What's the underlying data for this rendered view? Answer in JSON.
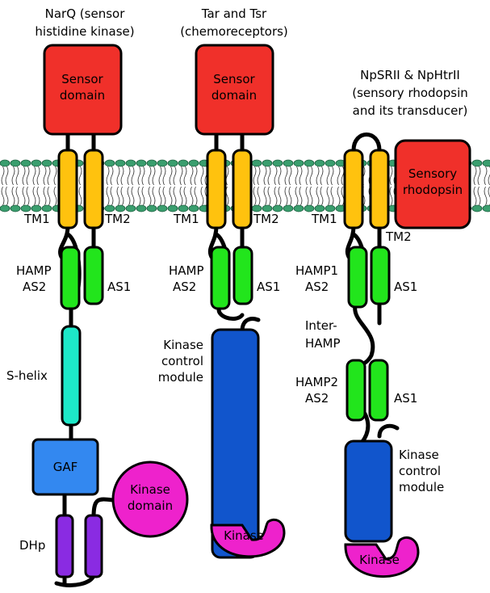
{
  "narq": {
    "title": [
      "NarQ (sensor",
      "histidine kinase)"
    ],
    "sensor": [
      "Sensor",
      "domain"
    ],
    "tm1": "TM1",
    "tm2": "TM2",
    "hamp": [
      "HAMP",
      "AS2"
    ],
    "as1": "AS1",
    "s_helix": "S-helix",
    "gaf": "GAF",
    "kinase_domain": [
      "Kinase",
      "domain"
    ],
    "dhp": "DHp"
  },
  "tar": {
    "title": [
      "Tar and Tsr",
      "(chemoreceptors)"
    ],
    "sensor": [
      "Sensor",
      "domain"
    ],
    "tm1": "TM1",
    "tm2": "TM2",
    "hamp": [
      "HAMP",
      "AS2"
    ],
    "as1": "AS1",
    "kcm": [
      "Kinase",
      "control",
      "module"
    ],
    "kinase": "Kinase"
  },
  "npsrii": {
    "title": [
      "NpSRII & NpHtrII",
      "(sensory rhodopsin",
      "and its transducer)"
    ],
    "rhodopsin": [
      "Sensory",
      "rhodopsin"
    ],
    "tm1": "TM1",
    "tm2": "TM2",
    "hamp1": [
      "HAMP1",
      "AS2"
    ],
    "as1_a": "AS1",
    "inter": [
      "Inter-",
      "HAMP"
    ],
    "hamp2": [
      "HAMP2",
      "AS2"
    ],
    "as1_b": "AS1",
    "kcm": [
      "Kinase",
      "control",
      "module"
    ],
    "kinase": "Kinase"
  },
  "colors": {
    "sensor": "#f0302a",
    "tm": "#ffc20e",
    "hamp": "#22e51c",
    "s_helix": "#1de8c8",
    "gaf": "#3388f0",
    "dhp": "#8a2be2",
    "kinase": "#ee22cc",
    "kcm": "#1155cc",
    "lipid": "#3a9e6e"
  }
}
